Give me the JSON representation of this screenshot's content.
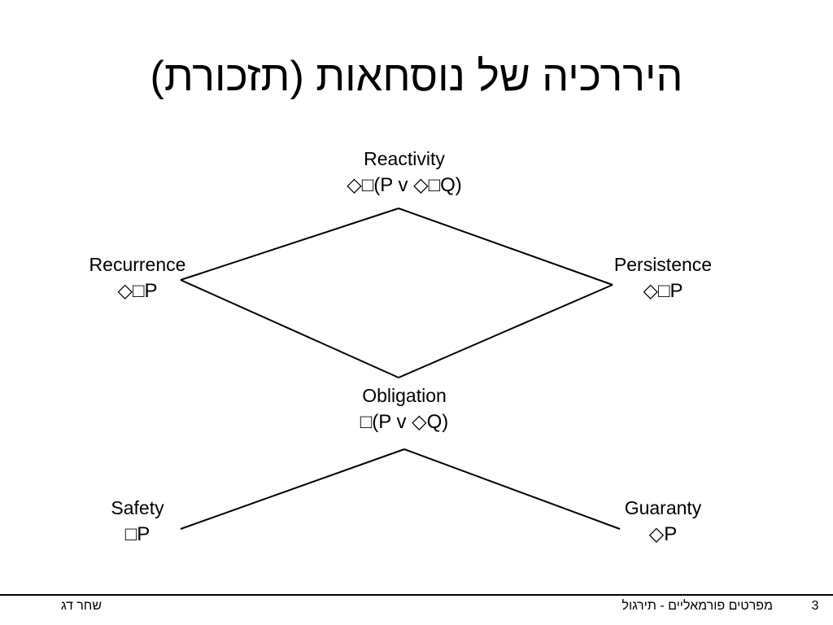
{
  "title": "היררכיה של נוסחאות (תזכורת)",
  "nodes": {
    "reactivity": {
      "label": "Reactivity",
      "formula": "◇□(P v ◇□Q)"
    },
    "recurrence": {
      "label": "Recurrence",
      "formula": "◇□P"
    },
    "persistence": {
      "label": "Persistence",
      "formula": "◇□P"
    },
    "obligation": {
      "label": "Obligation",
      "formula": "□(P v ◇Q)"
    },
    "safety": {
      "label": "Safety",
      "formula": "□P"
    },
    "guaranty": {
      "label": "Guaranty",
      "formula": "◇P"
    }
  },
  "footer": {
    "author": "שחר דג",
    "course": "מפרטים פורמאליים - תירגול",
    "page_number": "3"
  }
}
